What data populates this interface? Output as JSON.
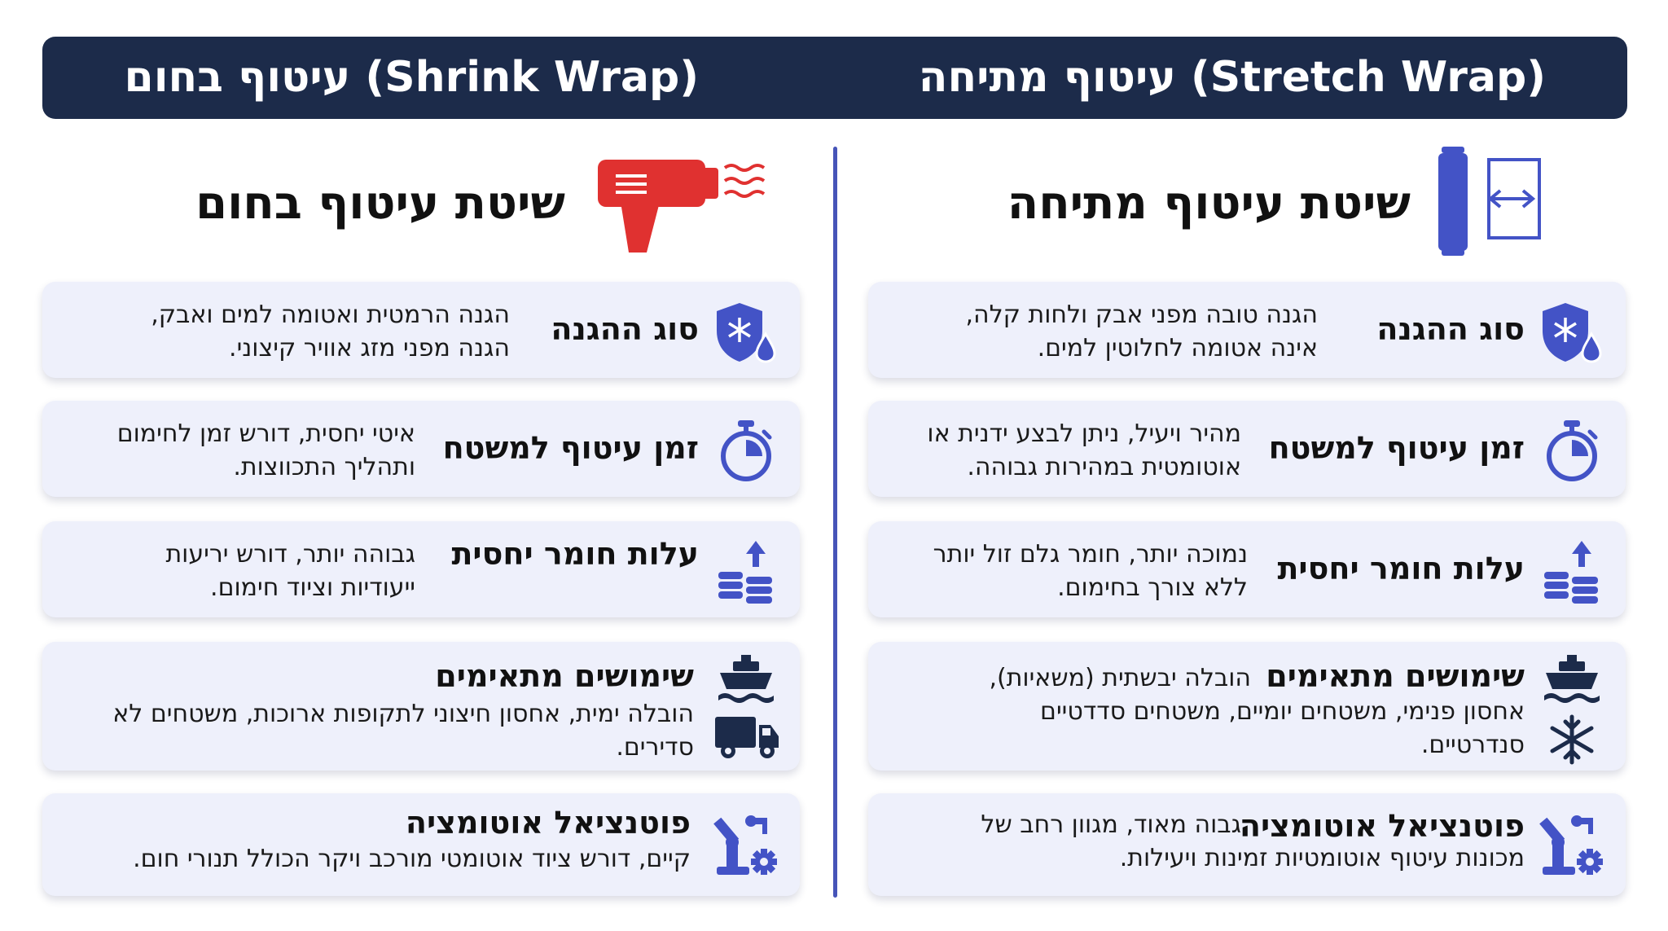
{
  "header": {
    "right_title": "עיטוף מתיחה (Stretch Wrap)",
    "left_title": "עיטוף בחום (Shrink Wrap)"
  },
  "stretch": {
    "title": "שיטת עיטוף מתיחה",
    "main_icon": "stretch-roll-icon",
    "rows": [
      {
        "label": "סוג ההגנה",
        "icon": "shield-snow-drop-icon",
        "lines": [
          "הגנה טובה מפני אבק ולחות קלה,",
          "אינה אטומה לחלוטין למים."
        ]
      },
      {
        "label": "זמן עיטוף למשטח",
        "icon": "stopwatch-icon",
        "lines": [
          "מהיר ויעיל, ניתן לבצע ידנית או",
          "אוטומטית במהירות גבוהה."
        ]
      },
      {
        "label": "עלות חומר יחסית",
        "icon": "coins-arrow-up-icon",
        "lines": [
          "נמוכה יותר, חומר גלם זול יותר",
          "ללא צורך בחימום."
        ]
      },
      {
        "label": "שימושים מתאימים",
        "icon": "ship-icon",
        "icon2": "snowflake-icon",
        "lines": [
          "הובלה יבשתית (משאיות),",
          "אחסון פנימי, משטחים יומיים, משטחים סדדטיים",
          "סנדרטיים."
        ]
      },
      {
        "label": "פוטנציאל אוטומציה",
        "icon": "robot-arm-icon",
        "lines": [
          "גבוה מאוד, מגוון רחב של",
          "מכונות עיטוף אוטומטיות זמינות ויעילות."
        ]
      }
    ]
  },
  "shrink": {
    "title": "שיטת עיטוף בחום",
    "main_icon": "heat-gun-icon",
    "rows": [
      {
        "label": "סוג ההגנה",
        "icon": "shield-snow-drop-icon",
        "lines": [
          "הגנה הרמטית ואטומה למים ואבק,",
          "הגנה מפני מזג אוויר קיצוני."
        ]
      },
      {
        "label": "זמן עיטוף למשטח",
        "icon": "stopwatch-icon",
        "lines": [
          "איטי יחסית, דורש זמן לחימום",
          "ותהליך התכווצות."
        ]
      },
      {
        "label": "עלות חומר יחסית",
        "icon": "coins-arrow-up-icon",
        "lines": [
          "גבוהה יותר, דורש יריעות",
          "ייעודיות וציוד חימום."
        ]
      },
      {
        "label": "שימושים מתאימים",
        "icon": "ship-icon",
        "icon2": "truck-icon",
        "lines": [
          "הובלה ימית, אחסון חיצוני לתקופות ארוכות, משטחים לא",
          "סדירים."
        ]
      },
      {
        "label": "פוטנציאל אוטומציה",
        "icon": "robot-arm-icon",
        "lines": [
          "קיים, דורש ציוד אוטומטי מורכב ויקר הכולל תנורי חום."
        ]
      }
    ]
  },
  "colors": {
    "header_bg": "#1c2b4a",
    "divider": "#4654b8",
    "icon_blue": "#4353c6",
    "heat_gun": "#e03130",
    "card_bg": "#eef0fb"
  }
}
